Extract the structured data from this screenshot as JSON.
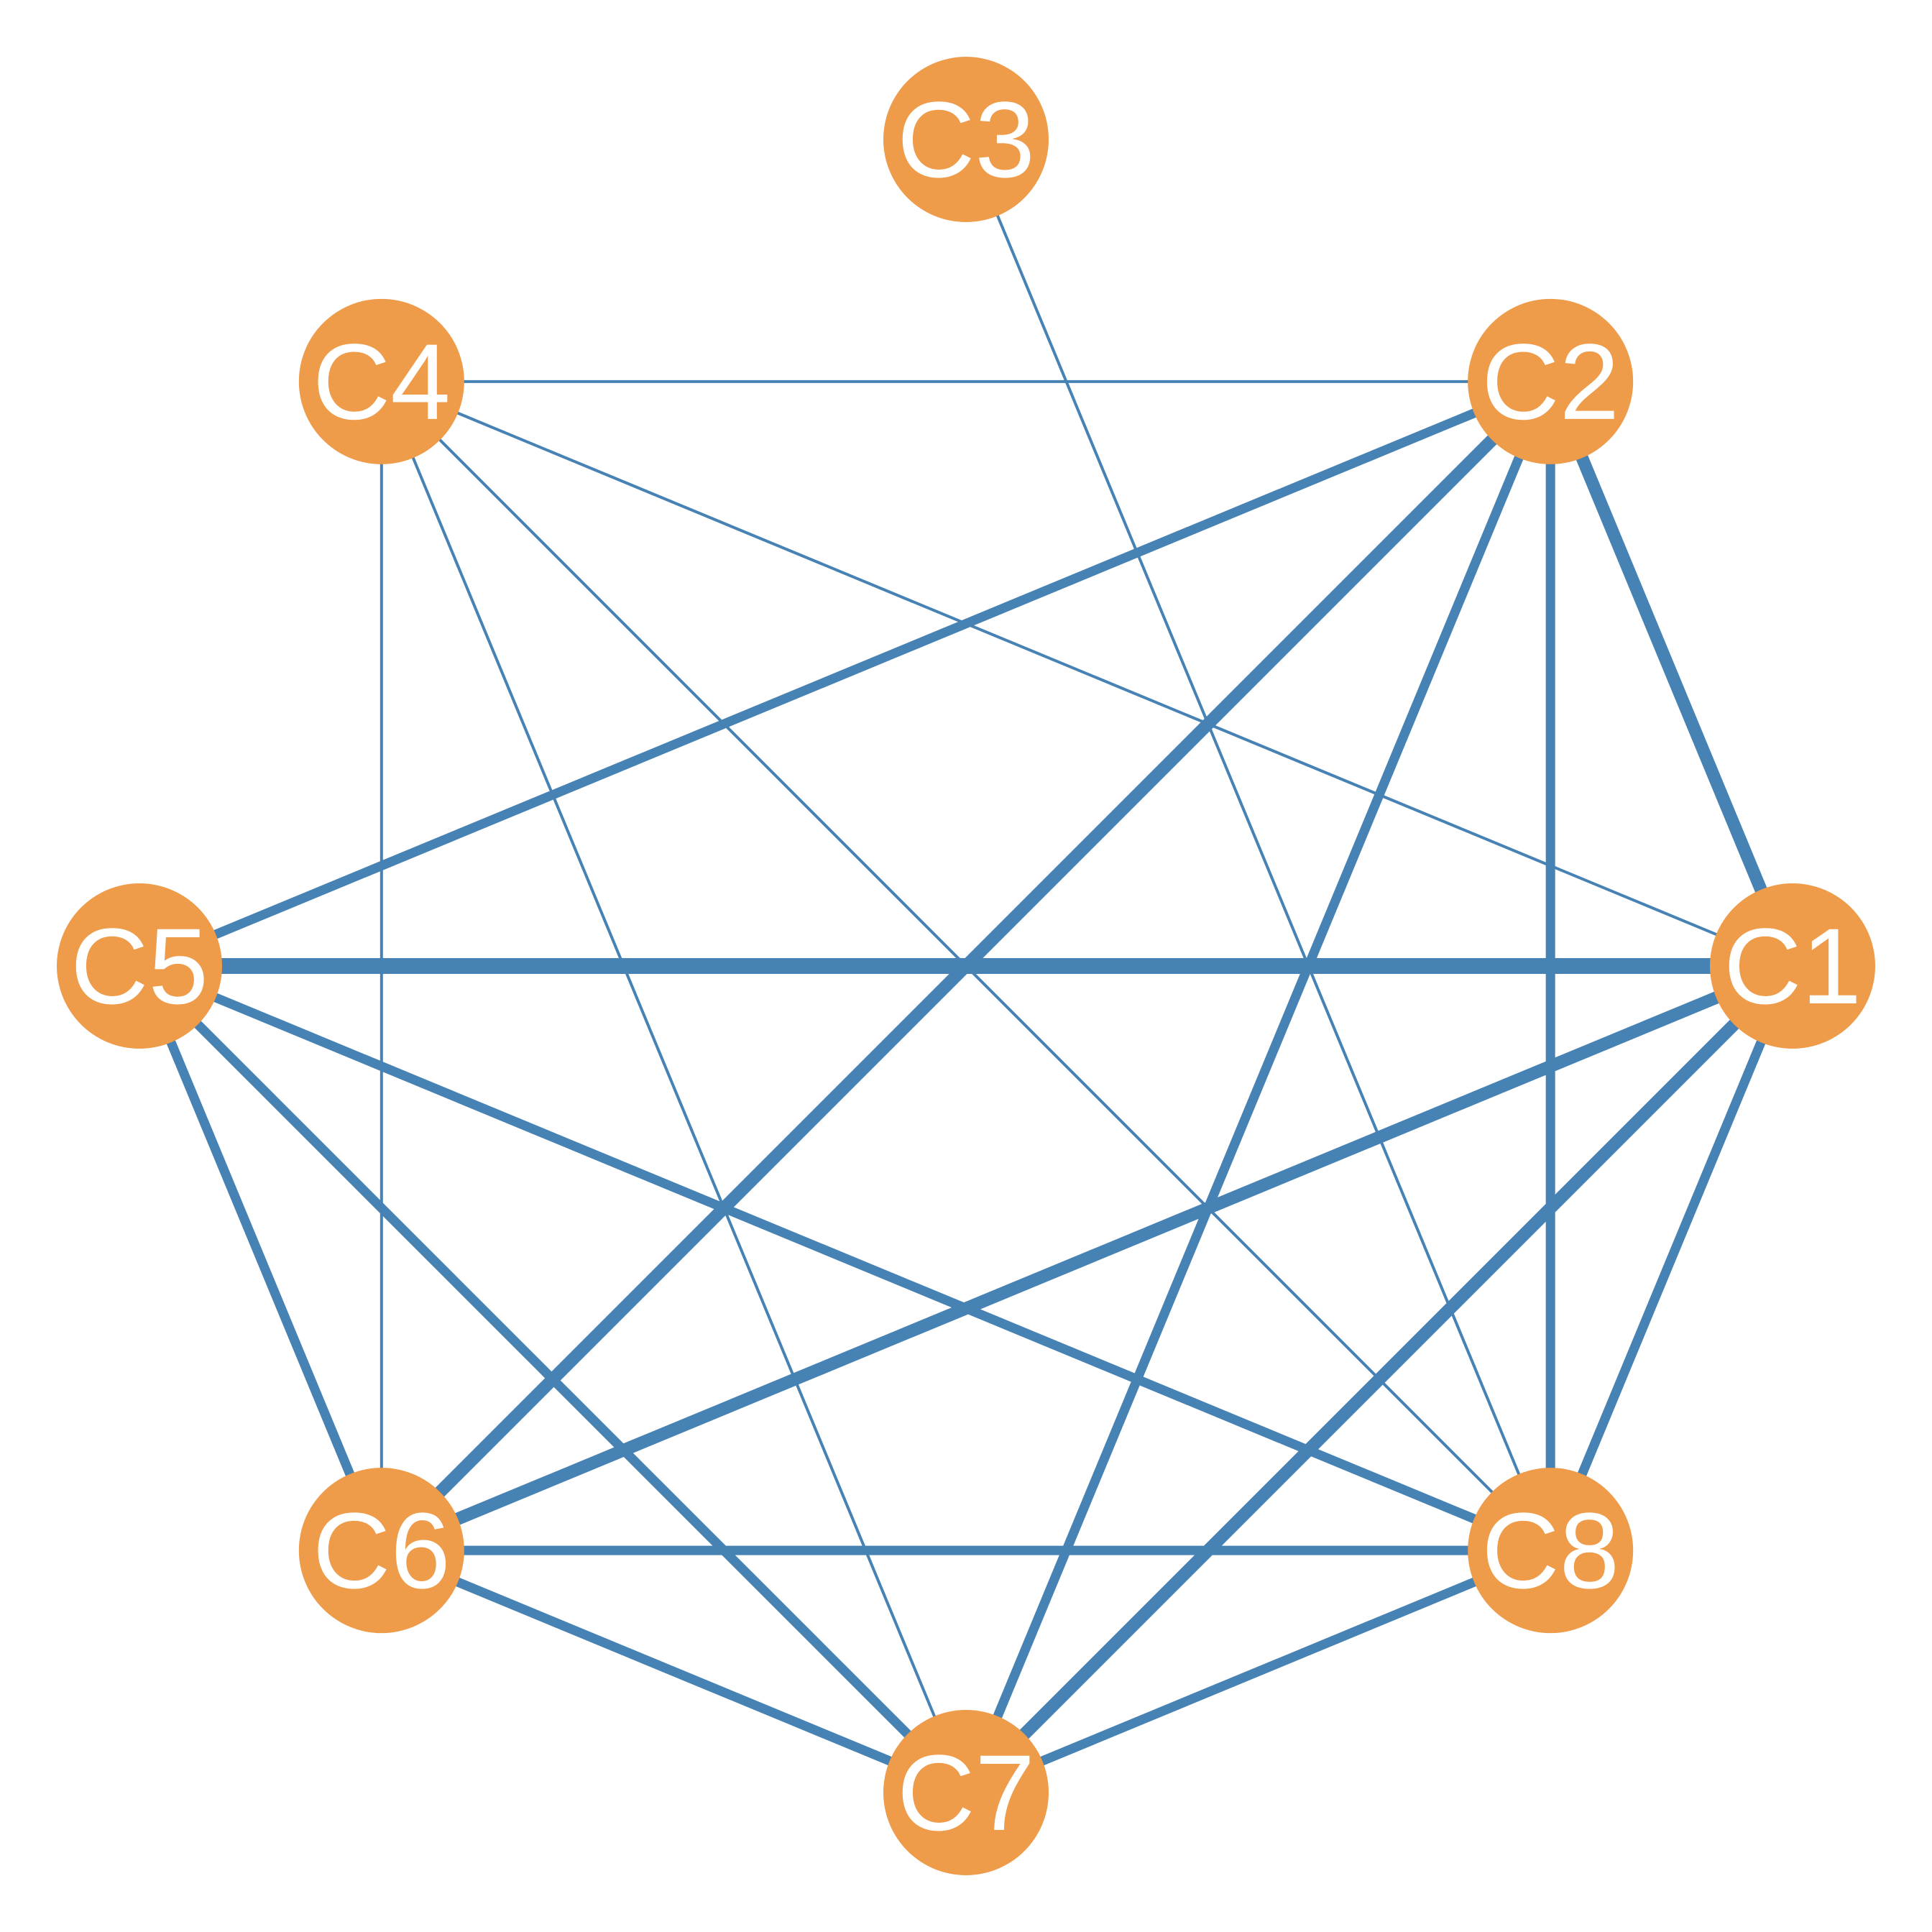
{
  "colors": {
    "edge": "#4682B4",
    "node": "#EE9B4A",
    "label": "#FFFFFF",
    "background": "#FFFFFF"
  },
  "nodes": [
    {
      "id": "C1",
      "label": "C1"
    },
    {
      "id": "C2",
      "label": "C2"
    },
    {
      "id": "C3",
      "label": "C3"
    },
    {
      "id": "C4",
      "label": "C4"
    },
    {
      "id": "C5",
      "label": "C5"
    },
    {
      "id": "C6",
      "label": "C6"
    },
    {
      "id": "C7",
      "label": "C7"
    },
    {
      "id": "C8",
      "label": "C8"
    }
  ],
  "edges": [
    {
      "source": "C5",
      "target": "C1",
      "weight": 5
    },
    {
      "source": "C2",
      "target": "C1",
      "weight": 4
    },
    {
      "source": "C2",
      "target": "C6",
      "weight": 4
    },
    {
      "source": "C1",
      "target": "C6",
      "weight": 4
    },
    {
      "source": "C1",
      "target": "C7",
      "weight": 4
    },
    {
      "source": "C2",
      "target": "C5",
      "weight": 3
    },
    {
      "source": "C2",
      "target": "C7",
      "weight": 3
    },
    {
      "source": "C2",
      "target": "C8",
      "weight": 3
    },
    {
      "source": "C1",
      "target": "C8",
      "weight": 3
    },
    {
      "source": "C5",
      "target": "C6",
      "weight": 3
    },
    {
      "source": "C5",
      "target": "C7",
      "weight": 3
    },
    {
      "source": "C5",
      "target": "C8",
      "weight": 3
    },
    {
      "source": "C6",
      "target": "C8",
      "weight": 3
    },
    {
      "source": "C6",
      "target": "C7",
      "weight": 3
    },
    {
      "source": "C7",
      "target": "C8",
      "weight": 3
    },
    {
      "source": "C4",
      "target": "C2",
      "weight": 1
    },
    {
      "source": "C4",
      "target": "C1",
      "weight": 1
    },
    {
      "source": "C4",
      "target": "C6",
      "weight": 1
    },
    {
      "source": "C4",
      "target": "C7",
      "weight": 1
    },
    {
      "source": "C4",
      "target": "C8",
      "weight": 1
    },
    {
      "source": "C3",
      "target": "C8",
      "weight": 1
    }
  ]
}
